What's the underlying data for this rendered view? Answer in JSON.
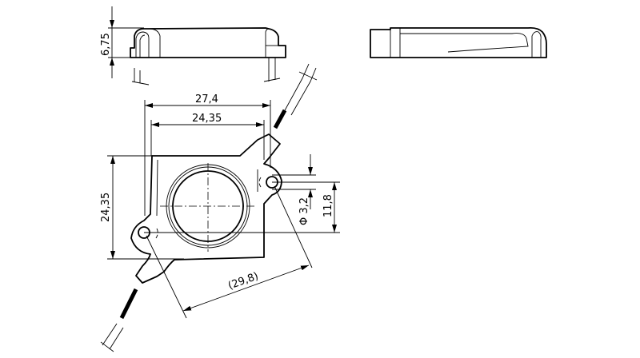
{
  "drawing": {
    "height_dim": "6,75",
    "overall_width_dim": "27,4",
    "body_width_dim": "24,35",
    "body_height_dim": "24,35",
    "hole_diameter_dim": "Φ 3,2",
    "hole_offset_dim": "11,8",
    "hole_spacing_dim": "(29,8)"
  }
}
